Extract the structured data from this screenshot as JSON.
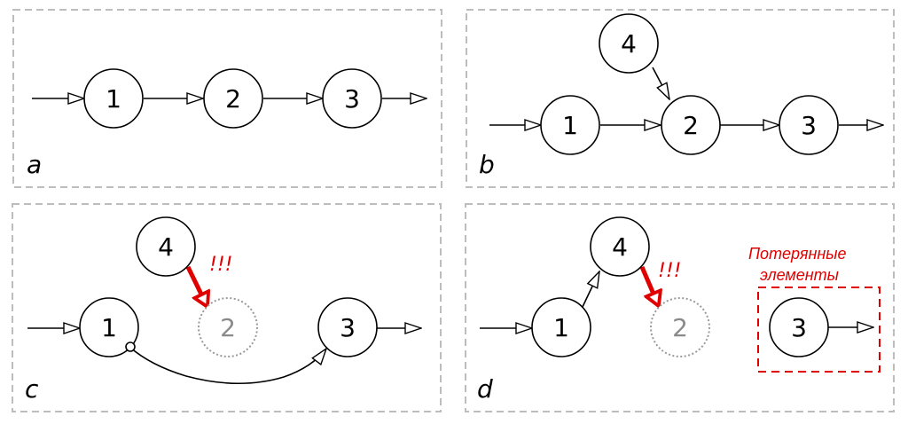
{
  "panels": {
    "a": {
      "letter": "a",
      "nodes": [
        "1",
        "2",
        "3"
      ]
    },
    "b": {
      "letter": "b",
      "nodes": [
        "1",
        "2",
        "3",
        "4"
      ]
    },
    "c": {
      "letter": "c",
      "nodes": [
        "1",
        "2",
        "3",
        "4"
      ],
      "warning": "!!!"
    },
    "d": {
      "letter": "d",
      "nodes": [
        "1",
        "2",
        "4",
        "3"
      ],
      "warning": "!!!",
      "lost_caption_line1": "Потерянные",
      "lost_caption_line2": "элементы"
    }
  },
  "colors": {
    "ink": "#000000",
    "ghost": "#9a9a9a",
    "warning": "#e00000",
    "panel_border": "#bdbdbd"
  }
}
